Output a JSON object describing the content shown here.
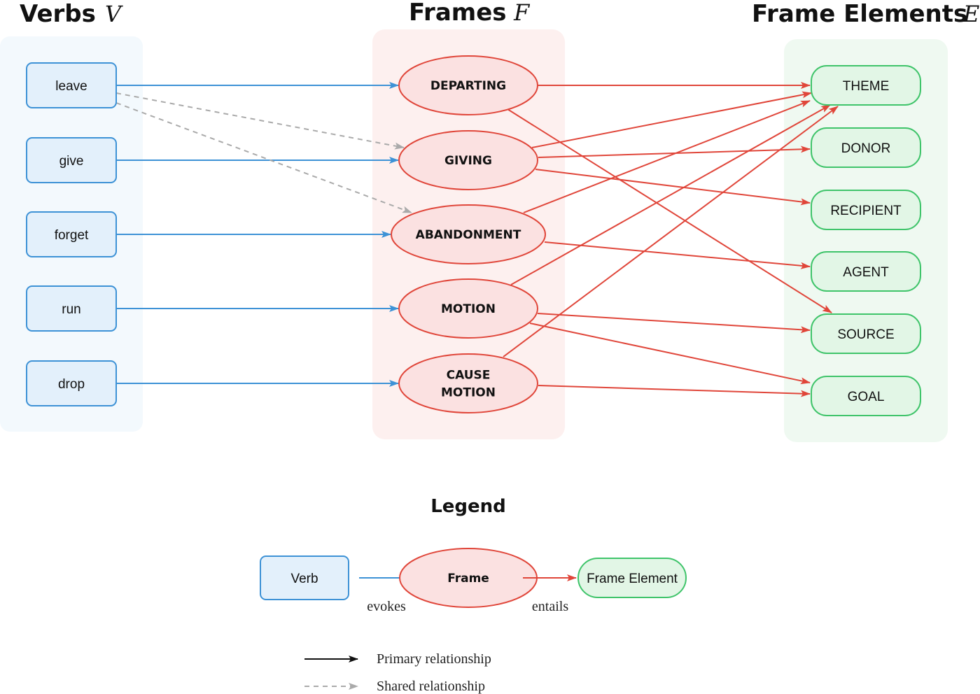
{
  "titles": {
    "verbs": "Verbs",
    "verbs_symbol": "V",
    "frames": "Frames",
    "frames_symbol": "F",
    "elements": "Frame Elements",
    "elements_symbol": "E"
  },
  "verbs": [
    "leave",
    "give",
    "forget",
    "run",
    "drop"
  ],
  "frames": [
    [
      "DEPARTING"
    ],
    [
      "GIVING"
    ],
    [
      "ABANDONMENT"
    ],
    [
      "MOTION"
    ],
    [
      "CAUSE",
      "MOTION"
    ]
  ],
  "frame_elements": [
    "THEME",
    "DONOR",
    "RECIPIENT",
    "AGENT",
    "SOURCE",
    "GOAL"
  ],
  "edges": {
    "evokes": [
      [
        0,
        0
      ],
      [
        1,
        1
      ],
      [
        2,
        2
      ],
      [
        3,
        3
      ],
      [
        4,
        4
      ]
    ],
    "shared": [
      [
        0,
        1
      ],
      [
        0,
        2
      ]
    ],
    "entails": [
      [
        0,
        0
      ],
      [
        0,
        4
      ],
      [
        1,
        0
      ],
      [
        1,
        1
      ],
      [
        1,
        2
      ],
      [
        2,
        0
      ],
      [
        2,
        3
      ],
      [
        3,
        0
      ],
      [
        3,
        4
      ],
      [
        3,
        5
      ],
      [
        4,
        0
      ],
      [
        4,
        5
      ]
    ]
  },
  "legend": {
    "title": "Legend",
    "verb": "Verb",
    "frame": "Frame",
    "element": "Frame Element",
    "evokes": "evokes",
    "entails": "entails",
    "primary": "Primary relationship",
    "shared": "Shared relationship"
  },
  "colors": {
    "verb": "#3d92d6",
    "frame": "#e0463a",
    "element": "#3fc46a",
    "shared": "#aaaaaa",
    "primary": "#111111"
  }
}
